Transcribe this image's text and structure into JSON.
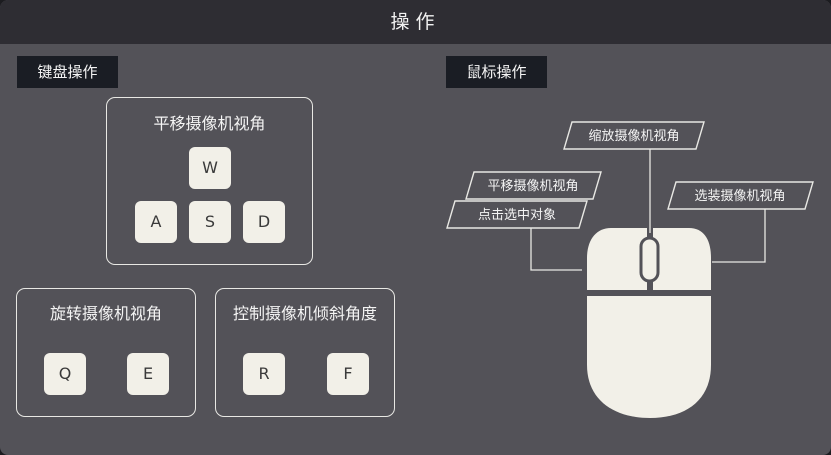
{
  "title": "操作",
  "keyboard": {
    "section_label": "键盘操作",
    "pan": {
      "title": "平移摄像机视角",
      "keys": [
        "W",
        "A",
        "S",
        "D"
      ]
    },
    "rotate": {
      "title": "旋转摄像机视角",
      "keys": [
        "Q",
        "E"
      ]
    },
    "tilt": {
      "title": "控制摄像机倾斜角度",
      "keys": [
        "R",
        "F"
      ]
    }
  },
  "mouse": {
    "section_label": "鼠标操作",
    "labels": {
      "scroll": "缩放摄像机视角",
      "left_drag": "平移摄像机视角",
      "left_click": "点击选中对象",
      "right_drag": "选装摄像机视角"
    }
  },
  "colors": {
    "panel_bg": "#535258",
    "titlebar_bg": "#2e2d33",
    "tag_bg": "#1a1d24",
    "key_bg": "#f2f0e8",
    "mouse_body": "#f2f0e8",
    "outline": "#e8e8e4"
  }
}
